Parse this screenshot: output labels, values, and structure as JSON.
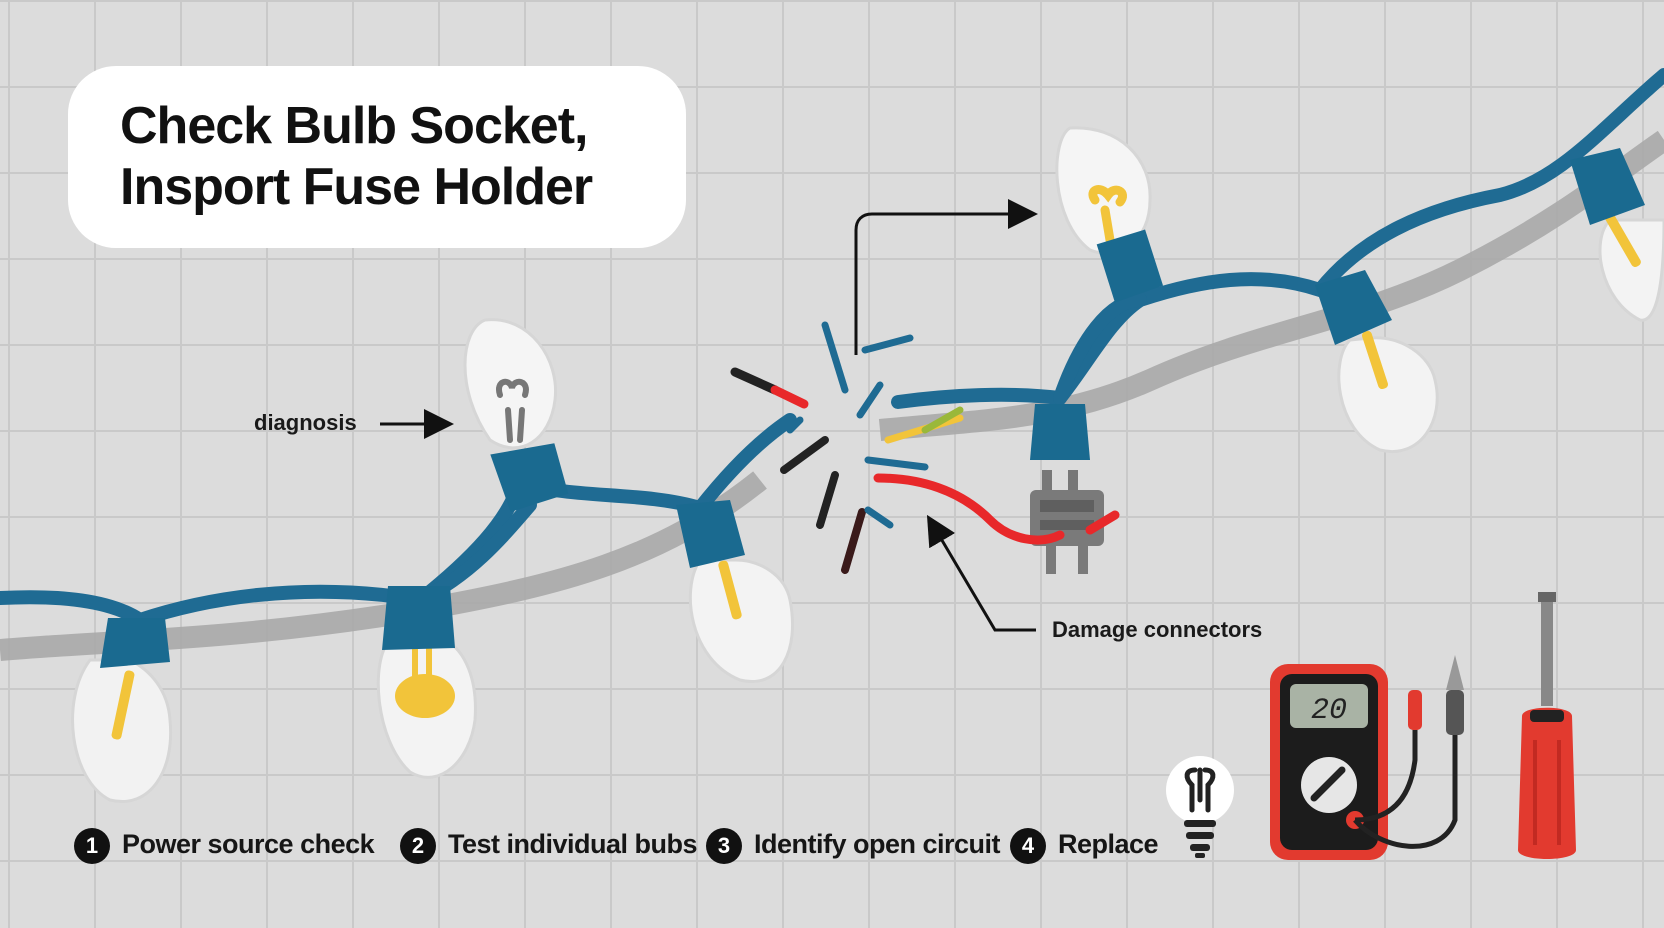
{
  "title": {
    "line1": "Check Bulb Socket,",
    "line2": "Insport Fuse Holder"
  },
  "callouts": {
    "diagnosis": "diagnosis",
    "damage": "Damage connectors"
  },
  "steps": [
    {
      "num": "1",
      "text": "Power source check"
    },
    {
      "num": "2",
      "text": "Test individual bubs"
    },
    {
      "num": "3",
      "text": "Identify open circuit"
    },
    {
      "num": "4",
      "text": "Replace"
    }
  ],
  "multimeter": {
    "display": "20"
  },
  "colors": {
    "wire": "#1f6b93",
    "socket": "#1a6a90",
    "filament": "#f2c43a",
    "broken_red": "#e8282a",
    "multimeter_red": "#e23a2f",
    "background": "#dcdcdc"
  },
  "icons": [
    "light-bulb-icon",
    "multimeter-icon",
    "screwdriver-icon",
    "fuse-plug-icon"
  ]
}
